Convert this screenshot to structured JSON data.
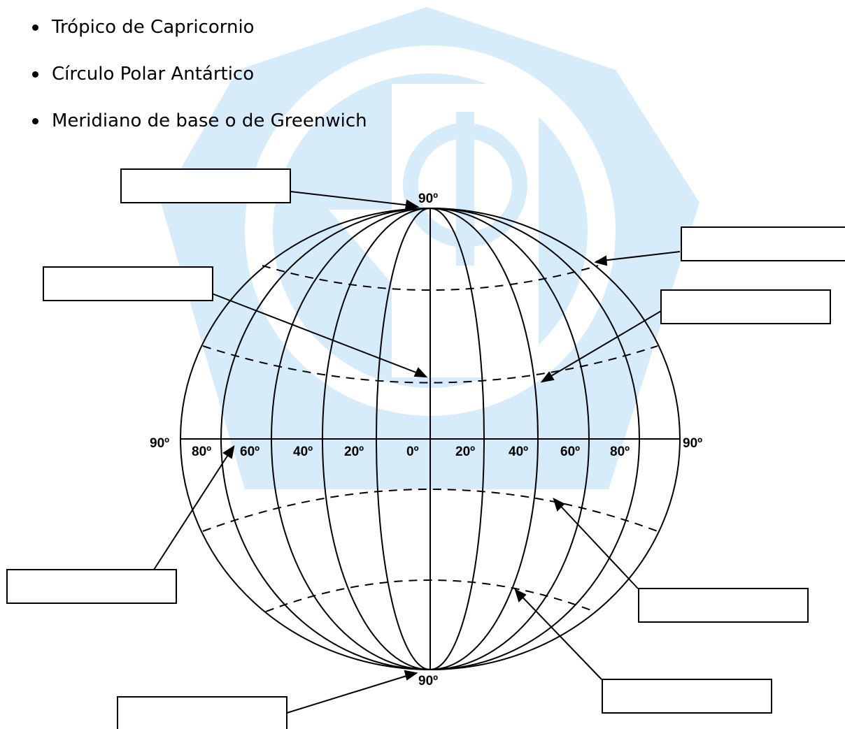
{
  "bullets": [
    {
      "text": "Trópico de Capricornio"
    },
    {
      "text": "Círculo Polar Antártico"
    },
    {
      "text": "Meridiano de base o de Greenwich"
    }
  ],
  "diagram": {
    "pole_top": "90º",
    "pole_bottom": "90º",
    "west_edge": "90º",
    "east_edge": "90º",
    "longitude_labels": [
      "80º",
      "60º",
      "40º",
      "20º",
      "0º",
      "20º",
      "40º",
      "60º",
      "80º"
    ],
    "answer_boxes": [
      "",
      "",
      "",
      "",
      "",
      "",
      "",
      ""
    ]
  },
  "colors": {
    "watermark": "#d6ecfb",
    "line": "#000000"
  }
}
